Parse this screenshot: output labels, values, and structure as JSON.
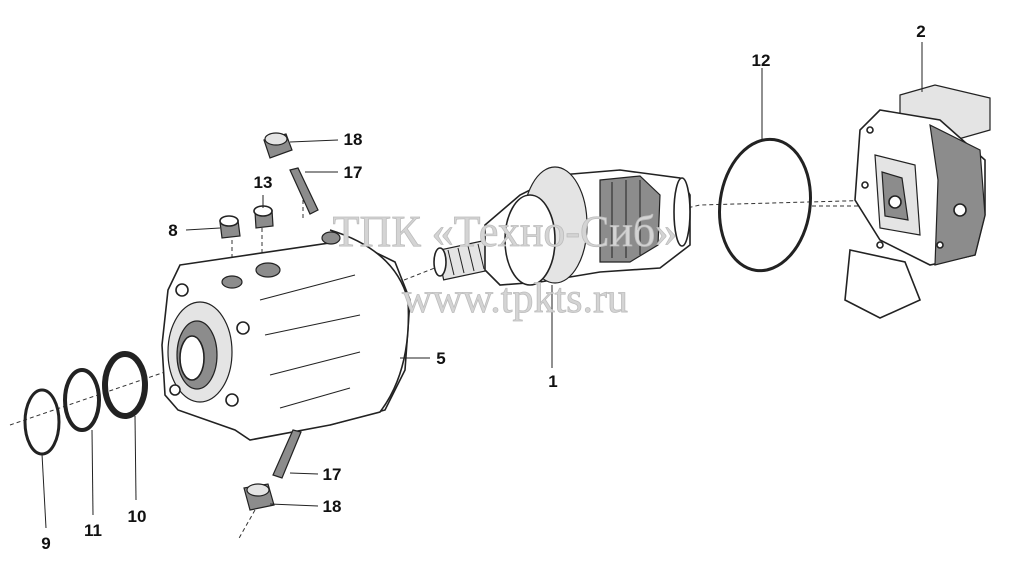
{
  "watermark": {
    "line1": "ТПК «Техно-Сиб»",
    "line2": "www.tpkts.ru"
  },
  "callouts": [
    {
      "id": "label-1",
      "text": "1"
    },
    {
      "id": "label-2",
      "text": "2"
    },
    {
      "id": "label-5",
      "text": "5"
    },
    {
      "id": "label-8",
      "text": "8"
    },
    {
      "id": "label-9",
      "text": "9"
    },
    {
      "id": "label-10",
      "text": "10"
    },
    {
      "id": "label-11",
      "text": "11"
    },
    {
      "id": "label-12",
      "text": "12"
    },
    {
      "id": "label-13",
      "text": "13"
    },
    {
      "id": "label-17-top",
      "text": "17"
    },
    {
      "id": "label-17-bottom",
      "text": "17"
    },
    {
      "id": "label-18-top",
      "text": "18"
    },
    {
      "id": "label-18-bottom",
      "text": "18"
    }
  ]
}
